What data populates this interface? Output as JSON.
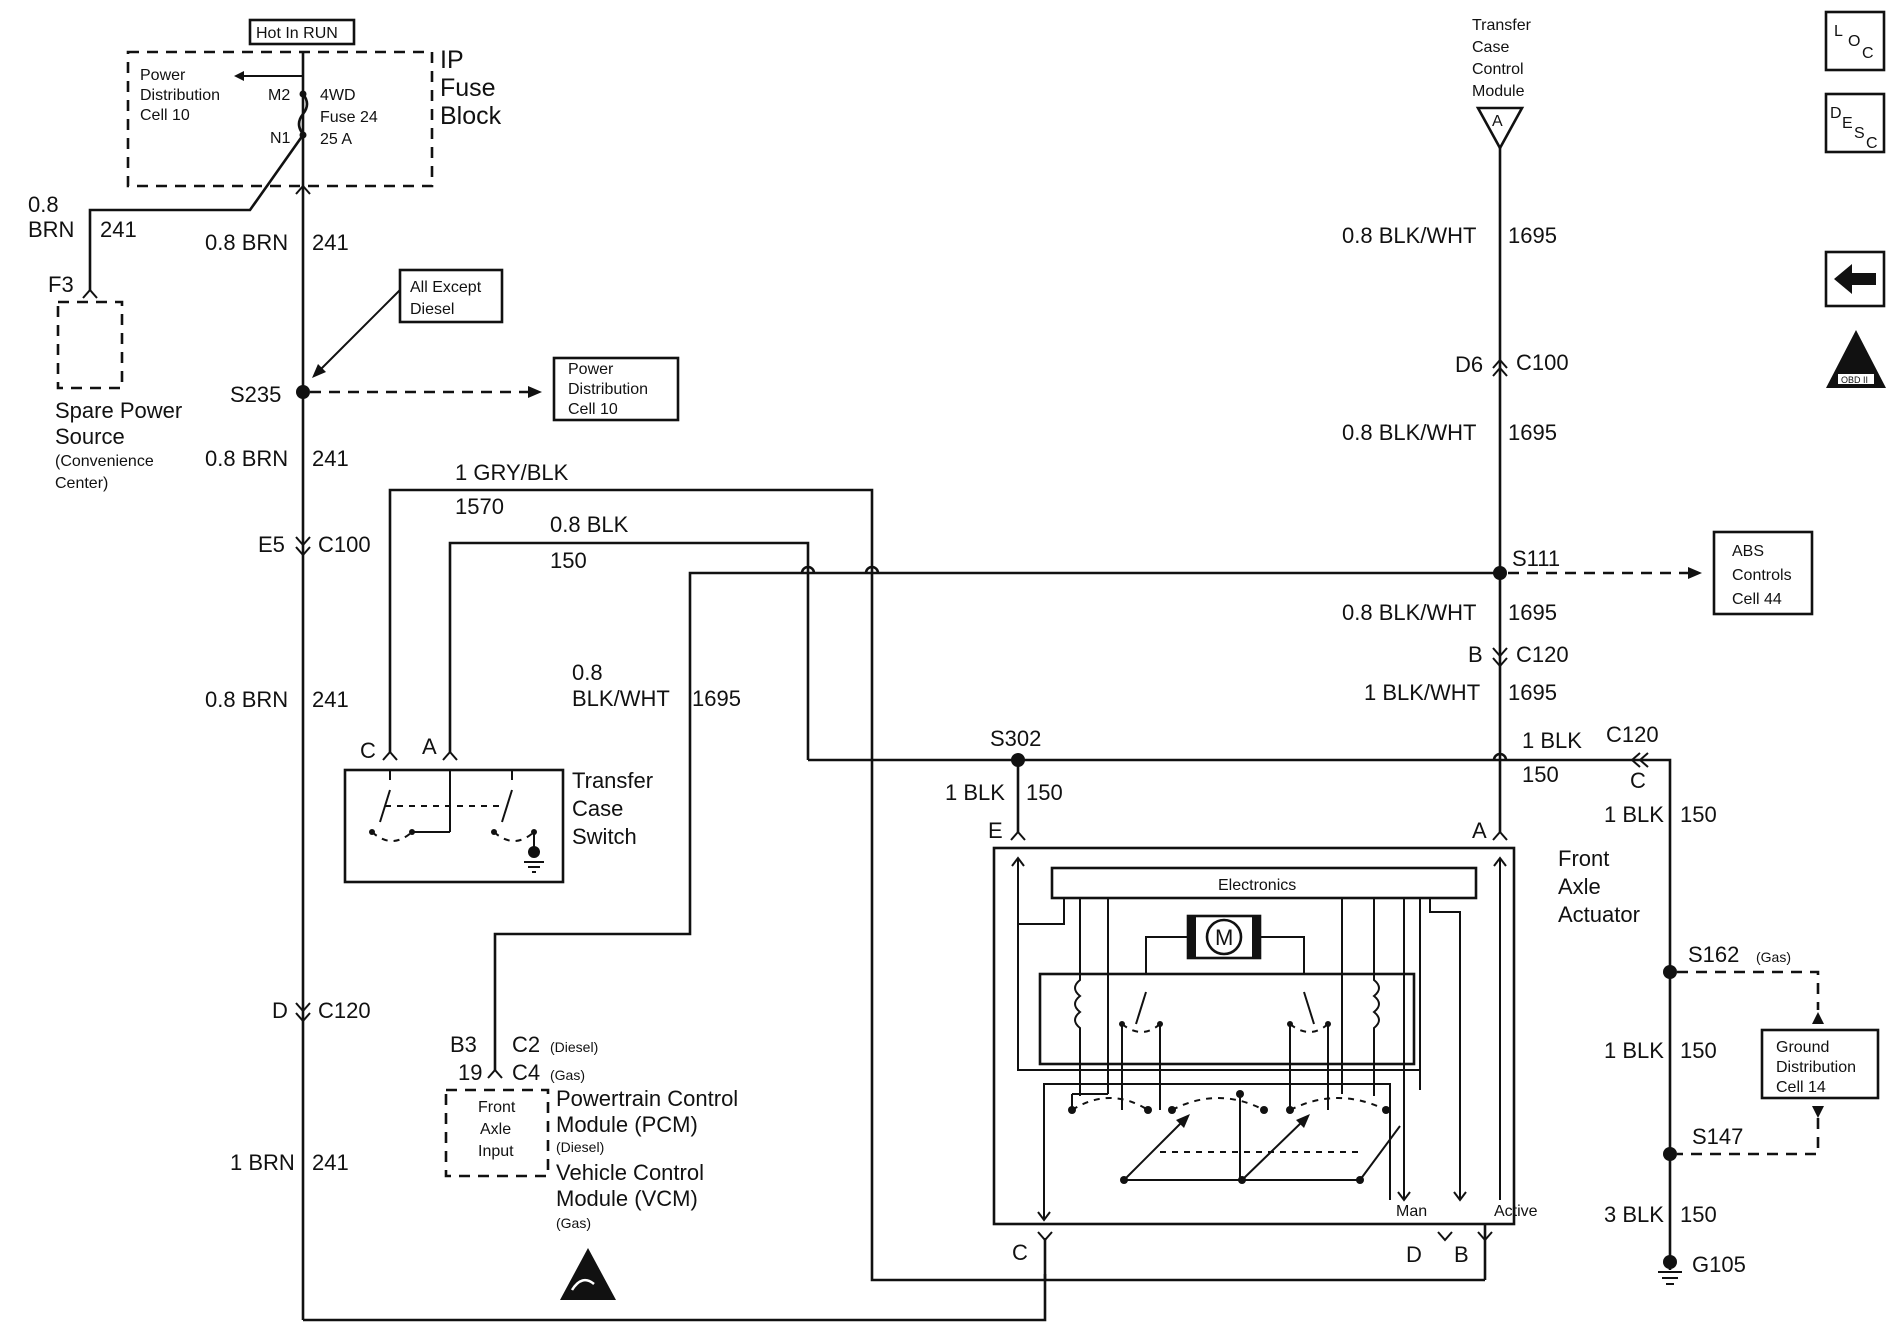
{
  "ip_fuse_block": {
    "hot_in_run": "Hot In RUN",
    "power_dist_l1": "Power",
    "power_dist_l2": "Distribution",
    "power_dist_l3": "Cell 10",
    "m2": "M2",
    "n1": "N1",
    "fuse_l1": "4WD",
    "fuse_l2": "Fuse 24",
    "fuse_l3": "25 A",
    "title_l1": "IP",
    "title_l2": "Fuse",
    "title_l3": "Block"
  },
  "spare_power": {
    "wire_size": "0.8",
    "wire_color": "BRN",
    "circuit": "241",
    "connector": "F3",
    "title_l1": "Spare Power",
    "title_l2": "Source",
    "sub_l1": "(Convenience",
    "sub_l2": "Center)"
  },
  "left_wire": {
    "seg1": "0.8 BRN",
    "seg1_c": "241",
    "all_except_l1": "All Except",
    "all_except_l2": "Diesel",
    "splice": "S235",
    "pd_l1": "Power",
    "pd_l2": "Distribution",
    "pd_l3": "Cell 10",
    "seg2": "0.8 BRN",
    "seg2_c": "241",
    "c100_pin": "E5",
    "c100": "C100",
    "seg3": "0.8 BRN",
    "seg3_c": "241",
    "c120_pin": "D",
    "c120": "C120",
    "seg4": "1 BRN",
    "seg4_c": "241"
  },
  "tcs": {
    "gry_blk": "1 GRY/BLK",
    "gry_blk_c": "1570",
    "blk": "0.8 BLK",
    "blk_c": "150",
    "pin_c": "C",
    "pin_a": "A",
    "title_l1": "Transfer",
    "title_l2": "Case",
    "title_l3": "Switch"
  },
  "pcm": {
    "wire_l1": "0.8",
    "wire_l2": "BLK/WHT",
    "wire_c": "1695",
    "b3": "B3",
    "n19": "19",
    "c2": "C2",
    "diesel": "(Diesel)",
    "c4": "C4",
    "gas": "(Gas)",
    "input_l1": "Front",
    "input_l2": "Axle",
    "input_l3": "Input",
    "title_l1": "Powertrain Control",
    "title_l2": "Module (PCM)",
    "title_l3": "(Diesel)",
    "title_l4": "Vehicle Control",
    "title_l5": "Module (VCM)",
    "title_l6": "(Gas)"
  },
  "tccm": {
    "title_l1": "Transfer",
    "title_l2": "Case",
    "title_l3": "Control",
    "title_l4": "Module",
    "pin": "A",
    "w1": "0.8 BLK/WHT",
    "w1_c": "1695",
    "c100_pin": "D6",
    "c100": "C100",
    "w2": "0.8 BLK/WHT",
    "w2_c": "1695",
    "s111": "S111",
    "abs_l1": "ABS",
    "abs_l2": "Controls",
    "abs_l3": "Cell 44",
    "w3": "0.8 BLK/WHT",
    "w3_c": "1695",
    "c120_pin": "B",
    "c120": "C120",
    "w4": "1 BLK/WHT",
    "w4_c": "1695"
  },
  "actuator": {
    "s302": "S302",
    "w_e": "1 BLK",
    "w_e_c": "150",
    "pin_e": "E",
    "pin_a": "A",
    "electronics": "Electronics",
    "motor": "M",
    "title_l1": "Front",
    "title_l2": "Axle",
    "title_l3": "Actuator",
    "man": "Man",
    "active": "Active",
    "pin_c": "C",
    "pin_d": "D",
    "pin_b": "B"
  },
  "ground": {
    "w1": "1 BLK",
    "w1_c": "150",
    "c120": "C120",
    "c120_pin": "C",
    "w2": "1 BLK",
    "w2_c": "150",
    "s162": "S162",
    "s162_gas": "(Gas)",
    "w3": "1 BLK",
    "w3_c": "150",
    "gd_l1": "Ground",
    "gd_l2": "Distribution",
    "gd_l3": "Cell 14",
    "s147": "S147",
    "w4": "3 BLK",
    "w4_c": "150",
    "g105": "G105"
  },
  "side_icons": {
    "loc_l": "L",
    "loc_o": "O",
    "loc_c": "C",
    "desc_d": "D",
    "desc_e": "E",
    "desc_s": "S",
    "desc_c": "C",
    "obd": "OBD II",
    "back_arrow": "back-arrow-icon"
  }
}
